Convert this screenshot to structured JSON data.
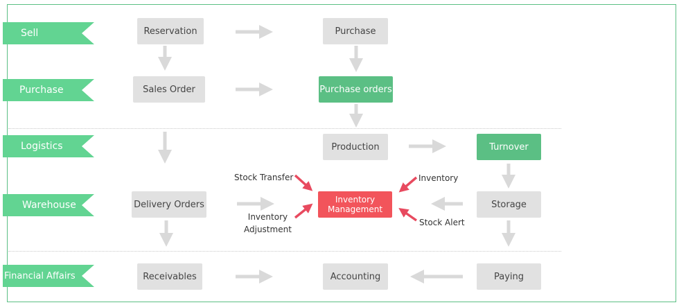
{
  "lanes": {
    "sell": "Sell",
    "purchase": "Purchase",
    "logistics": "Logistics",
    "warehouse": "Warehouse",
    "financial": "Financial Affairs"
  },
  "boxes": {
    "reservation": "Reservation",
    "purchase": "Purchase",
    "sales_order": "Sales Order",
    "purchase_orders": "Purchase orders",
    "production": "Production",
    "turnover": "Turnover",
    "delivery_orders": "Delivery Orders",
    "inventory_management_line1": "Inventory",
    "inventory_management_line2": "Management",
    "storage": "Storage",
    "receivables": "Receivables",
    "accounting": "Accounting",
    "paying": "Paying"
  },
  "labels": {
    "stock_transfer": "Stock Transfer",
    "inventory_adjustment_line1": "Inventory",
    "inventory_adjustment_line2": "Adjustment",
    "inventory": "Inventory",
    "stock_alert": "Stock Alert"
  },
  "colors": {
    "lane_green": "#62d492",
    "box_gray": "#e1e1e1",
    "box_green": "#5bbf84",
    "box_red": "#f2545b",
    "arrow_gray": "#d9d9d9",
    "arrow_red": "#e84a5f"
  }
}
